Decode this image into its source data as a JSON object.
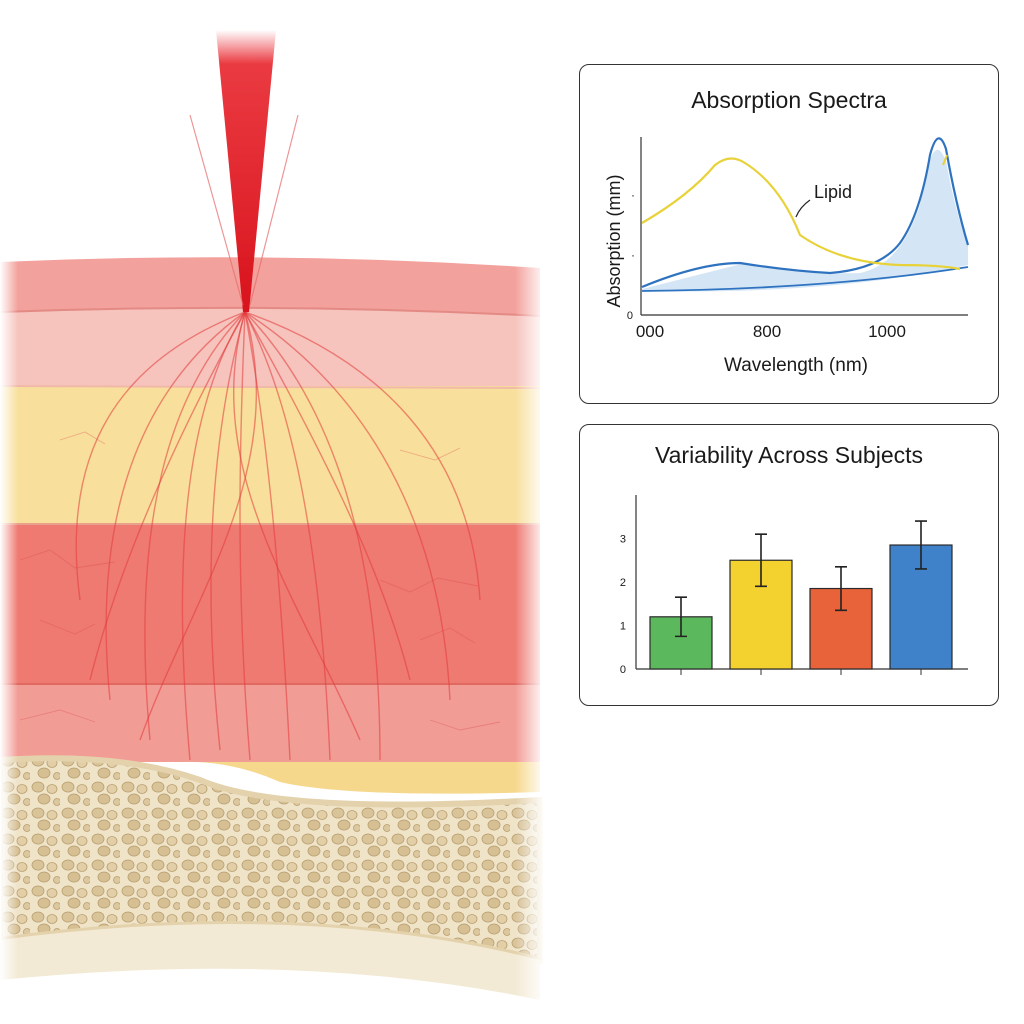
{
  "spectra": {
    "title": "Absorption Spectra",
    "y_label": "Absorption (mm)",
    "x_label": "Wavelength (nm)",
    "x_ticks": [
      "000",
      "800",
      "1000"
    ],
    "y_ticks": [
      "0",
      "·",
      "·"
    ],
    "annotation": "Lipid",
    "colors": {
      "yellow": "#e8d23a",
      "blue": "#2f73c0",
      "fill": "#cfe3f5"
    }
  },
  "variability": {
    "title": "Variability Across Subjects",
    "y_ticks": [
      "0",
      "1",
      "2",
      "3"
    ]
  },
  "chart_data": [
    {
      "type": "bar",
      "title": "Variability Across Subjects",
      "categories": [
        "",
        "",
        "",
        ""
      ],
      "values": [
        1.2,
        2.5,
        1.85,
        2.85
      ],
      "errors": [
        0.45,
        0.6,
        0.5,
        0.55
      ],
      "colors": [
        "#5cb85c",
        "#f3d22f",
        "#e8633a",
        "#3f82c9"
      ],
      "ylim": [
        0,
        4
      ]
    }
  ]
}
